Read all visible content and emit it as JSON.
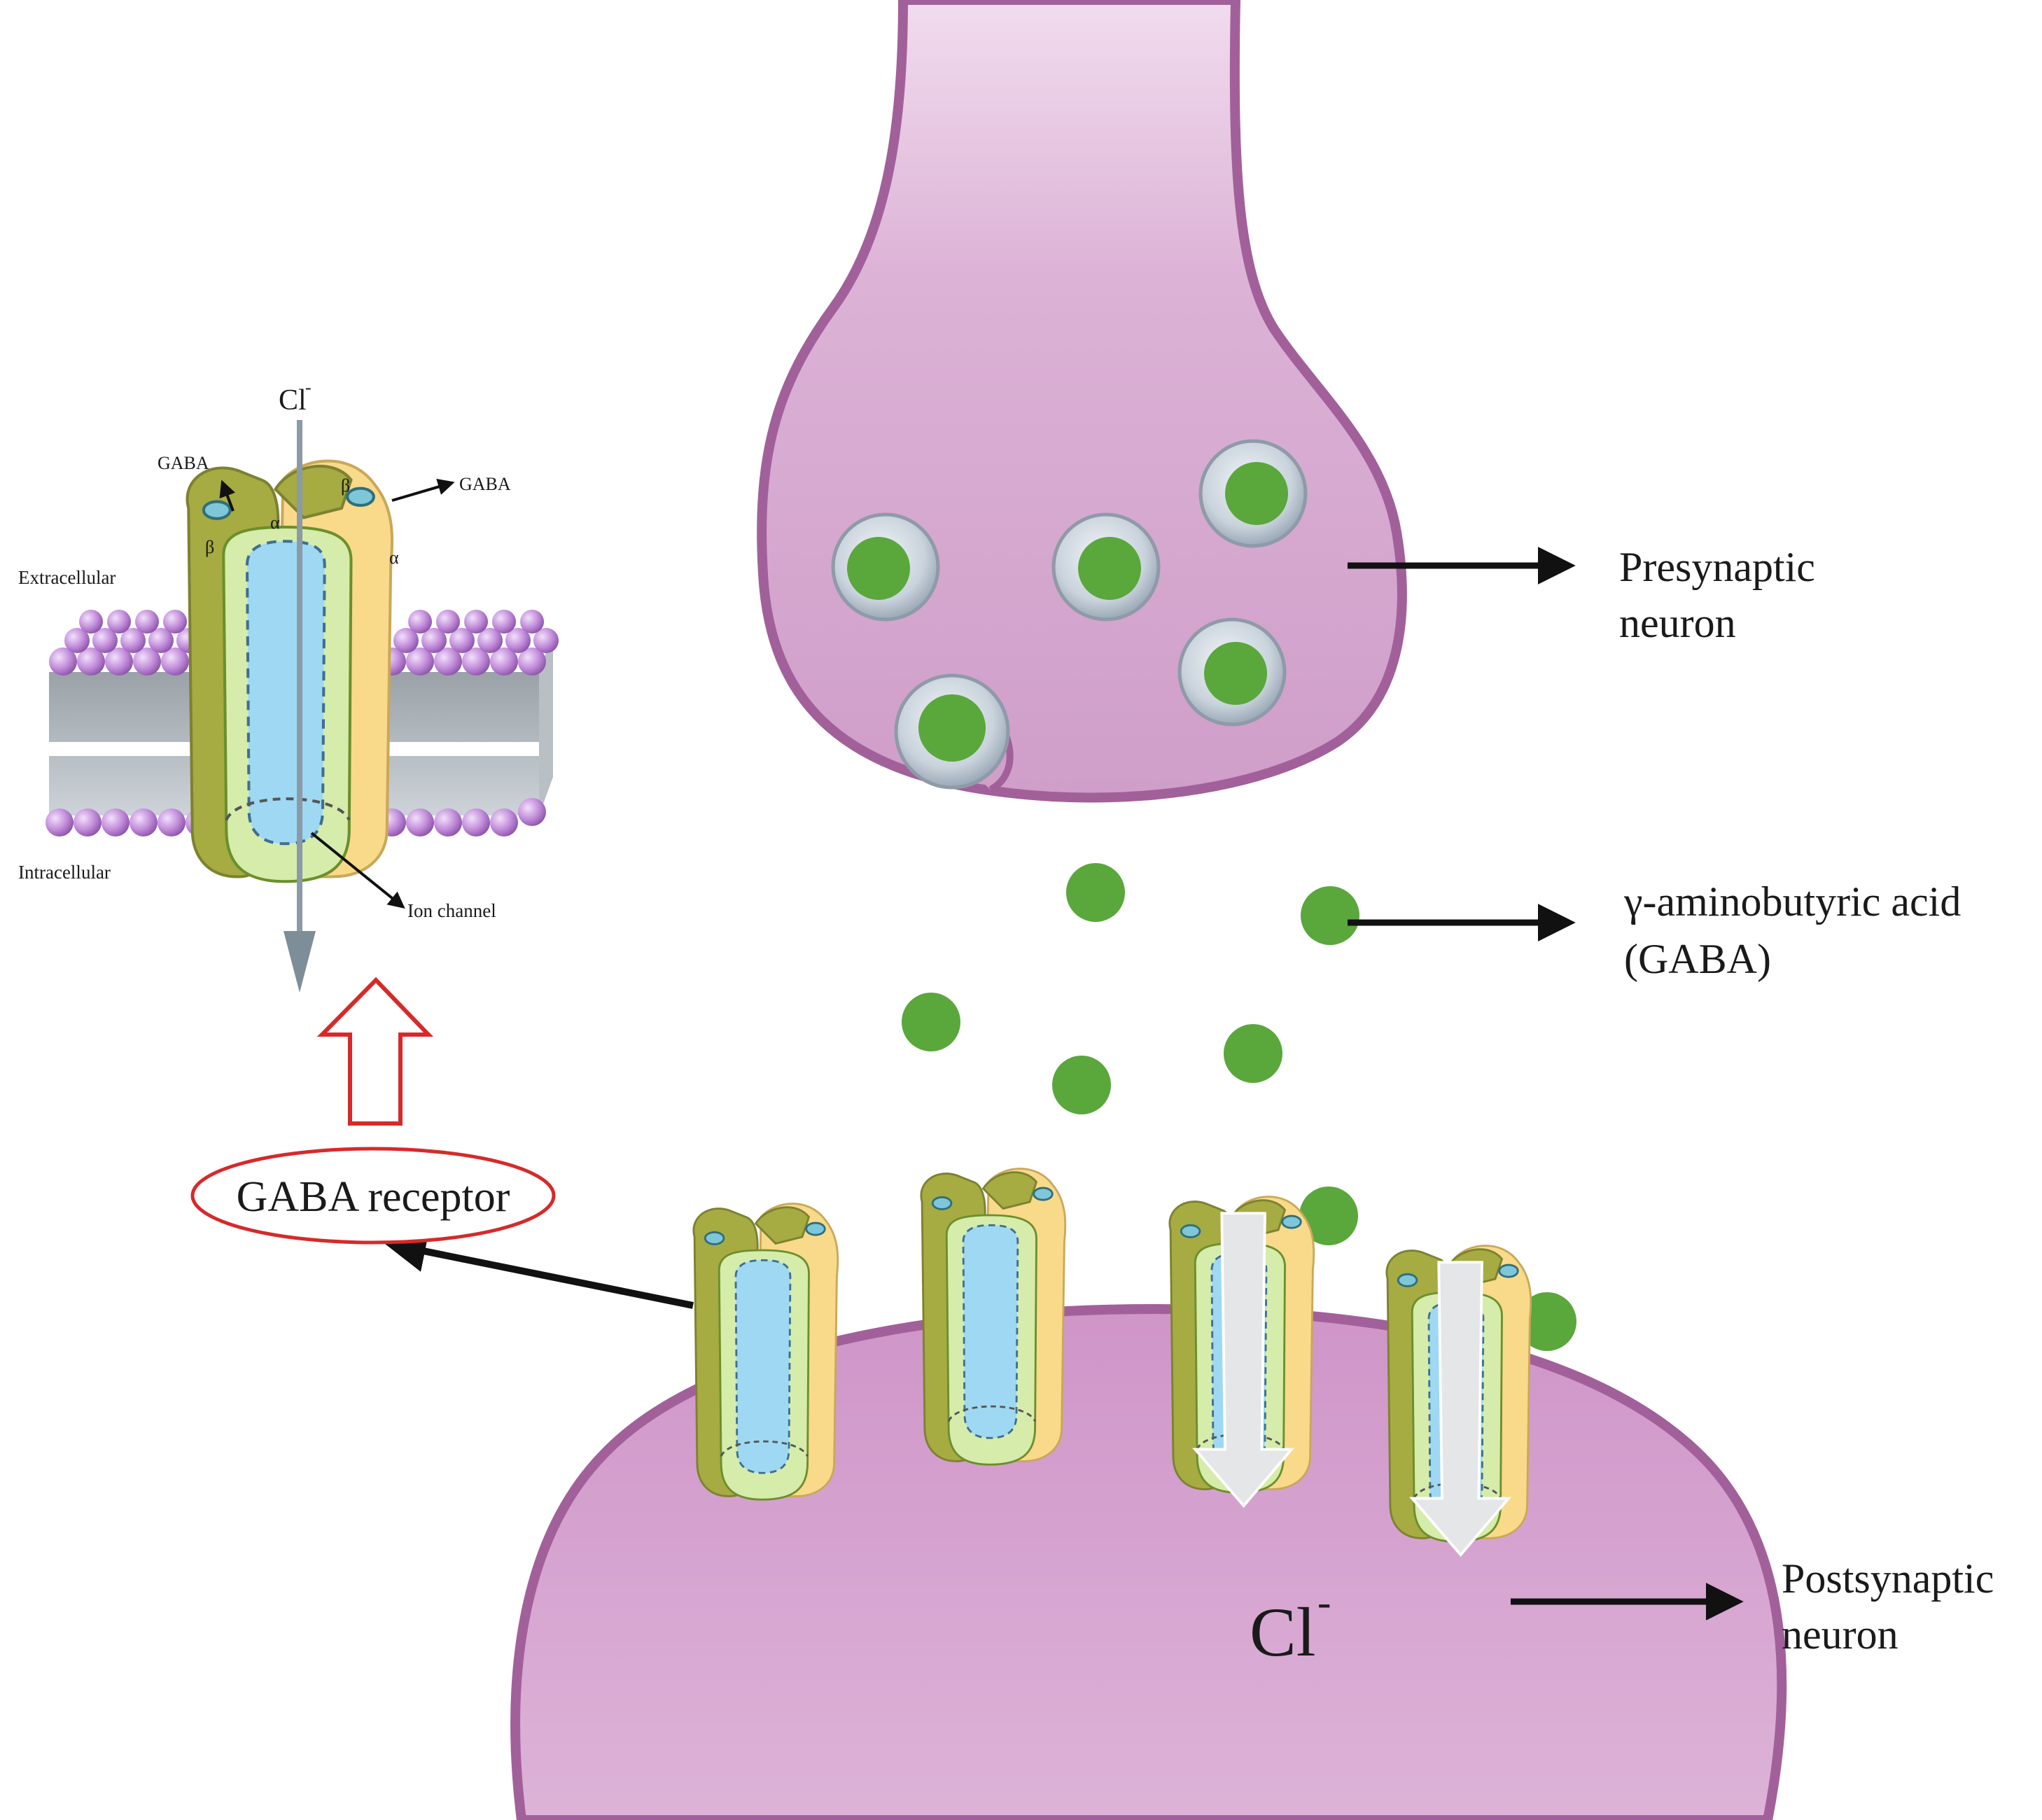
{
  "labels": {
    "presynaptic_line1": "Presynaptic",
    "presynaptic_line2": "neuron",
    "gaba_line1": "γ-aminobutyric acid",
    "gaba_line2": "(GABA)",
    "postsynaptic_line1": "Postsynaptic",
    "postsynaptic_line2": "neuron",
    "chloride_main": "Cl",
    "chloride_superscript": "-",
    "receptor_callout": "GABA receptor"
  },
  "inset": {
    "chloride": "Cl",
    "chloride_superscript": "-",
    "gaba_left": "GABA",
    "gaba_right": "GABA",
    "beta_left": "β",
    "alpha_left": "α",
    "beta_right": "β",
    "alpha_right": "α",
    "extracellular": "Extracellular",
    "intracellular": "Intracellular",
    "ion_channel": "Ion channel"
  },
  "colors": {
    "neuron_fill": "#d7a9d1",
    "neuron_edge": "#a2609a",
    "gaba_green": "#5aa73c",
    "receptor_olive": "#a6ab42",
    "receptor_yellow": "#f9d98a",
    "receptor_lightgreen": "#d6ecaa",
    "channel_blue": "#9fd8f2",
    "lipid_purple": "#c08ad9",
    "callout_red": "#d62a2a"
  }
}
